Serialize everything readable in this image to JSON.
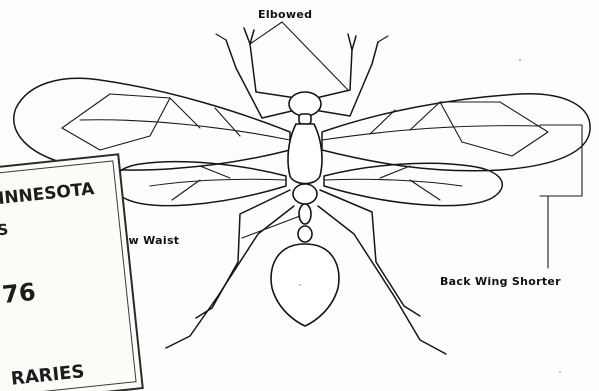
{
  "labels": {
    "elbowed": "Elbowed",
    "narrow_waist": "Narrow Waist",
    "back_wing": "Back Wing Shorter"
  },
  "stamp": {
    "line1": "INNESOTA",
    "line2": "S",
    "line3": "76",
    "line4": "RARIES"
  }
}
